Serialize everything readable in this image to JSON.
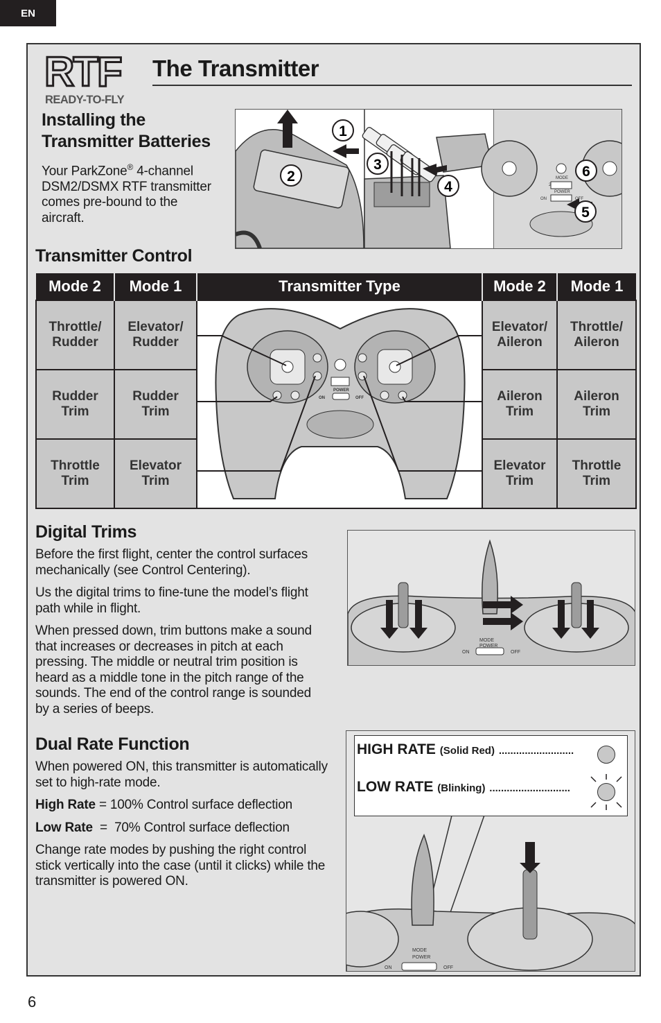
{
  "lang": "EN",
  "logo": {
    "big": "RTF",
    "small": "READY-TO-FLY"
  },
  "title": "The Transmitter",
  "install": {
    "heading_line1": "Installing the",
    "heading_line2": "Transmitter Batteries",
    "body_pre": "Your ParkZone",
    "reg": "®",
    "body_post": " 4-channel DSM2/DSMX RTF transmitter comes pre-bound to the aircraft.",
    "steps": [
      "1",
      "2",
      "3",
      "4",
      "5",
      "6"
    ],
    "panel_labels": {
      "mode": "MODE",
      "power": "POWER",
      "on": "ON",
      "off": "OFF",
      "num": "2"
    }
  },
  "control": {
    "heading": "Transmitter Control",
    "headers": [
      "Mode 2",
      "Mode 1",
      "Transmitter Type",
      "Mode 2",
      "Mode 1"
    ],
    "left_rows": [
      {
        "m2a": "Throttle/",
        "m2b": "Rudder",
        "m1a": "Elevator/",
        "m1b": "Rudder"
      },
      {
        "m2a": "Rudder",
        "m2b": "Trim",
        "m1a": "Rudder",
        "m1b": "Trim"
      },
      {
        "m2a": "Throttle",
        "m2b": "Trim",
        "m1a": "Elevator",
        "m1b": "Trim"
      }
    ],
    "right_rows": [
      {
        "m2a": "Elevator/",
        "m2b": "Aileron",
        "m1a": "Throttle/",
        "m1b": "Aileron"
      },
      {
        "m2a": "Aileron",
        "m2b": "Trim",
        "m1a": "Aileron",
        "m1b": "Trim"
      },
      {
        "m2a": "Elevator",
        "m2b": "Trim",
        "m1a": "Throttle",
        "m1b": "Trim"
      }
    ],
    "tx_labels": {
      "power": "POWER",
      "on": "ON",
      "off": "OFF"
    }
  },
  "trims": {
    "heading": "Digital Trims",
    "p1": "Before the first flight, center the control surfaces mechanically (see Control Centering).",
    "p2": "Us the digital trims to fine-tune the model’s flight path while in flight.",
    "p3": "When pressed down, trim buttons make a sound that increases or decreases in pitch at each pressing. The middle or neutral trim position is heard as a middle tone in the pitch range of the sounds. The end of the control range is sounded by a series of beeps.",
    "labels": {
      "mode": "MODE",
      "power": "POWER",
      "on": "ON",
      "off": "OFF"
    }
  },
  "dual": {
    "heading": "Dual Rate Function",
    "p1": "When powered ON, this transmitter is automatically set to high-rate mode.",
    "high_label": "High Rate",
    "high_text": " = 100% Control surface deflection",
    "low_label": "Low Rate",
    "low_text": "  =  70% Control surface deflection",
    "p2": "Change rate modes by pushing the right control stick vertically into the case (until it clicks) while the transmitter is powered ON.",
    "high_rate": "HIGH RATE",
    "high_mode": "(Solid Red)",
    "high_dots": "..........................",
    "low_rate": "LOW RATE",
    "low_mode": "(Blinking)",
    "low_dots": "............................",
    "labels": {
      "mode": "MODE",
      "power": "POWER",
      "on": "ON",
      "off": "OFF"
    }
  },
  "page_number": "6"
}
